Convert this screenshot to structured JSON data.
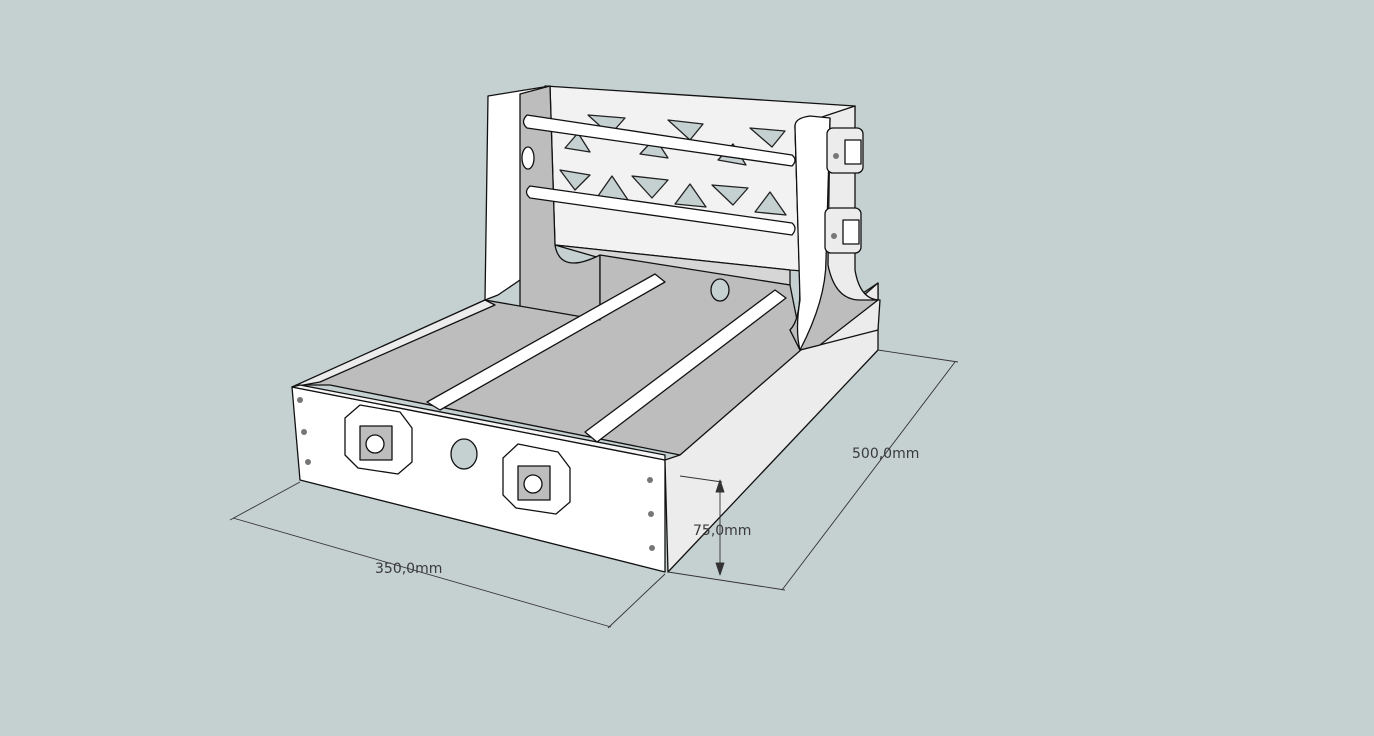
{
  "viewport": {
    "background": "#c5d0d1",
    "model": "cnc-frame",
    "dimensions": {
      "width_label": "350,0mm",
      "depth_label": "500,0mm",
      "height_label": "75,0mm"
    }
  }
}
